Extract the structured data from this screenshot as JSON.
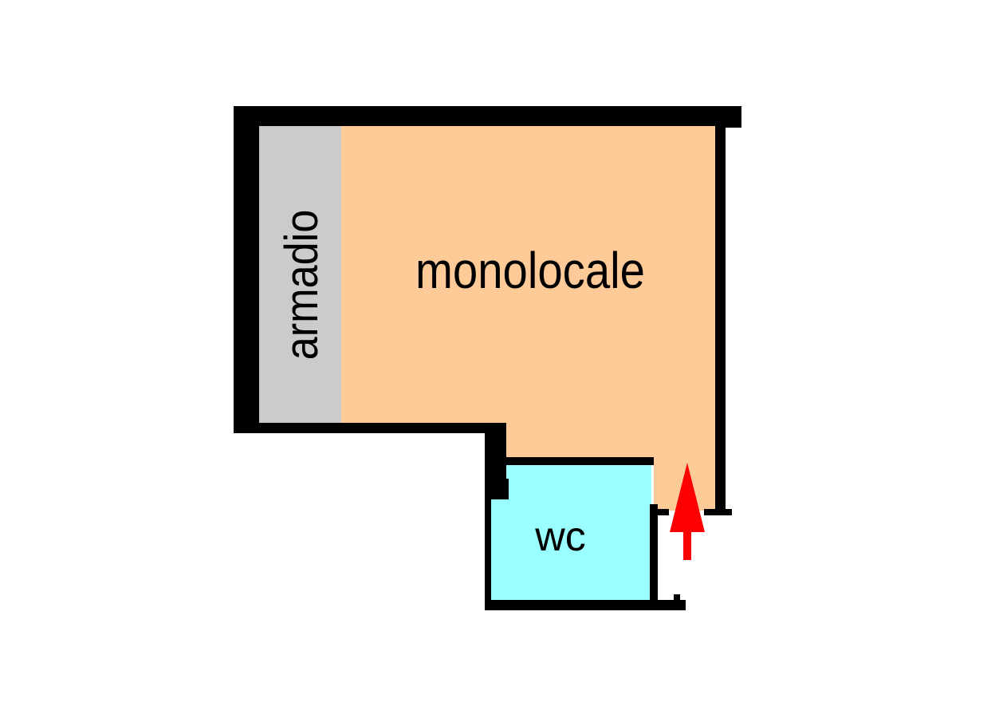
{
  "floorplan": {
    "rooms": {
      "main": {
        "label": "monolocale",
        "color": "#fdca98"
      },
      "closet": {
        "label": "armadio",
        "color": "#cbcbcb"
      },
      "bathroom": {
        "label": "wc",
        "color": "#99ffff"
      }
    },
    "wall_color": "#000000",
    "entrance_arrow": {
      "icon": "entrance-arrow-icon",
      "color": "#ff0000"
    }
  }
}
